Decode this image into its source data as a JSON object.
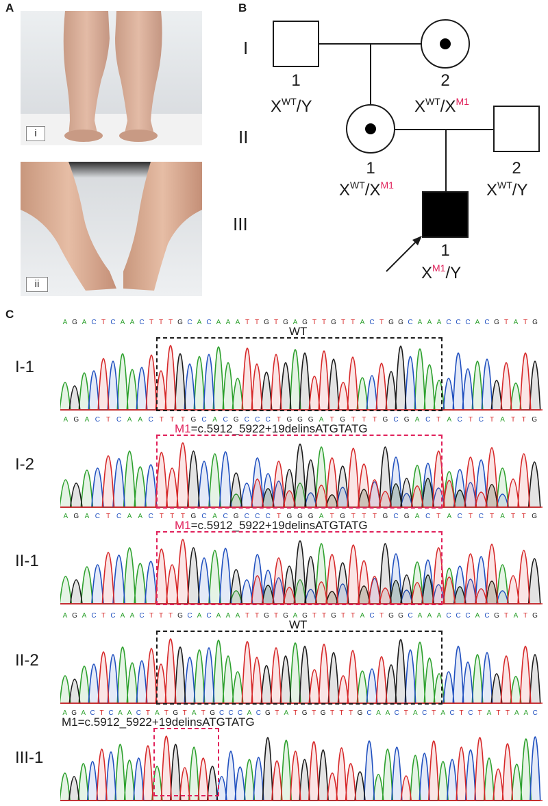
{
  "panels": {
    "a": "A",
    "b": "B",
    "c": "C"
  },
  "photos": [
    {
      "label": "i"
    },
    {
      "label": "ii"
    }
  ],
  "pedigree": {
    "generations": [
      "I",
      "II",
      "III"
    ],
    "individuals": {
      "I1": {
        "number": "1",
        "base": "X",
        "sup1": "WT",
        "mid": "/Y",
        "sup2": ""
      },
      "I2": {
        "number": "2",
        "base": "X",
        "sup1": "WT",
        "mid": "/X",
        "sup2": "M1"
      },
      "II1": {
        "number": "1",
        "base": "X",
        "sup1": "WT",
        "mid": "/X",
        "sup2": "M1"
      },
      "II2": {
        "number": "2",
        "base": "X",
        "sup1": "WT",
        "mid": "/Y",
        "sup2": ""
      },
      "III1": {
        "number": "1",
        "base": "X",
        "sup1": "M1",
        "mid": "/Y",
        "sup2": ""
      }
    }
  },
  "chromatograms": [
    {
      "sample": "I-1",
      "sequence": "AGACTCAACTTTGCACAAATTGTGAGTTGTTACTGGCAAACCCACGTATG",
      "caption_prefix": "",
      "caption": "WT",
      "box": "black"
    },
    {
      "sample": "I-2",
      "sequence": "AGACTCAACTTTGCACGCCCTGGGATGTTTGCGACTACTCTATTG",
      "caption_prefix": "M1",
      "caption": "=c.5912_5922+19delinsATGTATG",
      "box": "red"
    },
    {
      "sample": "II-1",
      "sequence": "AGACTCAACTTTGCACGCCCTGGGATGTTTGCGACTACTCTATTG",
      "caption_prefix": "M1",
      "caption": "=c.5912_5922+19delinsATGTATG",
      "box": "red"
    },
    {
      "sample": "II-2",
      "sequence": "AGACTCAACTTTGCACAAATTGTGAGTTGTTACTGGCAAACCCACGTATG",
      "caption_prefix": "",
      "caption": "WT",
      "box": "black"
    },
    {
      "sample": "III-1",
      "sequence": "AGACTCAACTATGTATGCCCACGTATGTGTTTGCAACTACTACTCTATTAAC",
      "caption_prefix": "",
      "caption": "M1=c.5912_5922+19delinsATGTATG",
      "box": "red"
    }
  ],
  "colors": {
    "A": "#2ca02c",
    "C": "#1f4fbf",
    "G": "#1a1a1a",
    "T": "#d62728",
    "wt_box": "#1a1a1a",
    "mut_box": "#e0205a",
    "mutation_text": "#e0205a"
  }
}
